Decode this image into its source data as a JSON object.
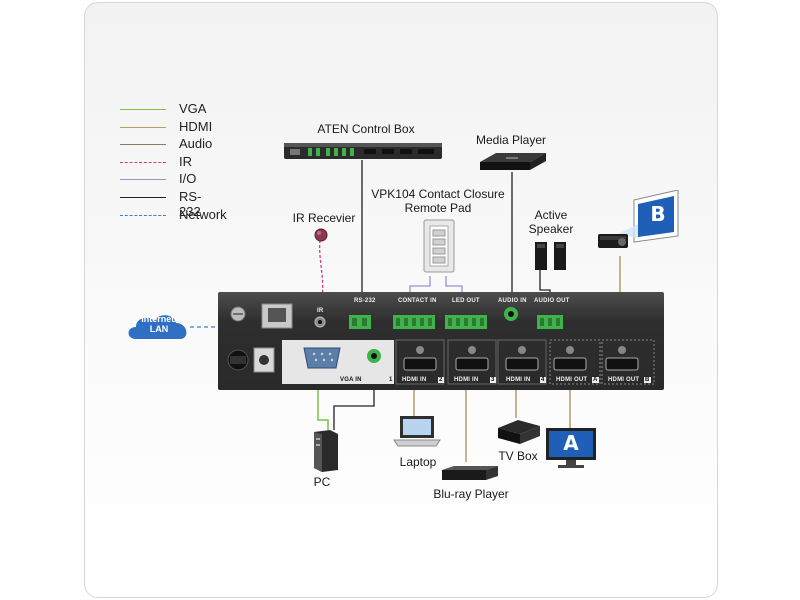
{
  "legend": [
    {
      "label": "VGA",
      "color": "#7cc242",
      "style": "solid"
    },
    {
      "label": "HDMI",
      "color": "#b59a6a",
      "style": "solid"
    },
    {
      "label": "Audio",
      "color": "#8a7b5c",
      "style": "solid"
    },
    {
      "label": "IR",
      "color": "#c8408a",
      "style": "dashed"
    },
    {
      "label": "I/O",
      "color": "#9a8fd0",
      "style": "solid"
    },
    {
      "label": "RS-232",
      "color": "#222222",
      "style": "solid"
    },
    {
      "label": "Network",
      "color": "#3a7fd0",
      "style": "dashed"
    }
  ],
  "devices": {
    "control_box": "ATEN Control Box",
    "media_player": "Media Player",
    "contact_pad_line1": "VPK104 Contact Closure",
    "contact_pad_line2": "Remote Pad",
    "ir_receiver": "IR Recevier",
    "active_speaker_line1": "Active",
    "active_speaker_line2": "Speaker",
    "pc": "PC",
    "laptop": "Laptop",
    "tv_box": "TV Box",
    "bluray": "Blu-ray Player",
    "cloud_line1": "Internet/",
    "cloud_line2": "LAN",
    "projector_badge": "B",
    "display_badge": "A"
  },
  "panel_labels": {
    "rs232": "RS-232",
    "contact_in": "CONTACT IN",
    "led_out": "LED OUT",
    "audio_in": "AUDIO IN",
    "audio_out": "AUDIO OUT",
    "ir": "IR",
    "vga_in": "VGA IN",
    "hdmi_in_2": "HDMI  IN",
    "hdmi_in_3": "HDMI IN",
    "hdmi_in_4": "HDMI IN",
    "hdmi_out_a": "HDMI OUT",
    "hdmi_out_b": "HDMI OUT",
    "port_num_1": "1",
    "port_num_2": "2",
    "port_num_3": "3",
    "port_num_4": "4",
    "port_a": "A",
    "port_b": "B"
  },
  "colors": {
    "vga": "#7cc242",
    "hdmi": "#b59a6a",
    "audio": "#8a7b5c",
    "ir": "#c8408a",
    "io": "#9a8fd0",
    "rs232": "#222222",
    "network": "#3a7fd0",
    "terminal_green": "#3fb34a",
    "panel_dark": "#2c2c2c",
    "badge_blue": "#1f5fb8"
  }
}
